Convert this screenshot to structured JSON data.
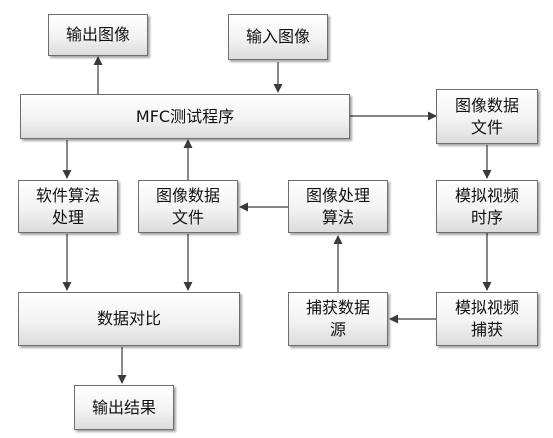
{
  "nodes": {
    "output_image": "输出图像",
    "input_image": "输入图像",
    "mfc_program": "MFC测试程序",
    "image_file_top": "图像数据\n文件",
    "software_algo": "软件算法\n处理",
    "image_file_mid": "图像数据\n文件",
    "image_algo": "图像处理\n算法",
    "analog_timing": "模拟视频\n时序",
    "data_compare": "数据对比",
    "capture_source": "捕获数据\n源",
    "analog_capture": "模拟视频\n捕获",
    "output_result": "输出结果"
  }
}
